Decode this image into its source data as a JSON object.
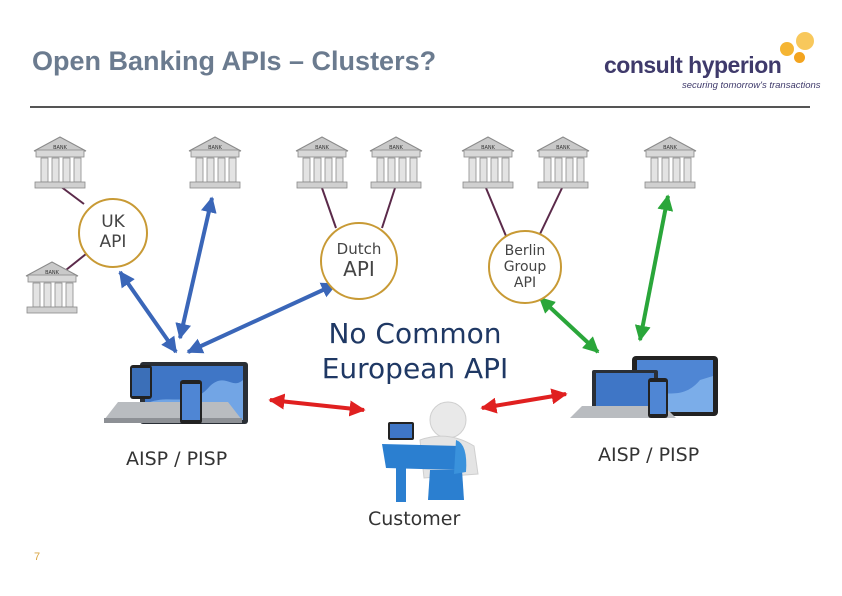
{
  "slide": {
    "title": "Open Banking APIs – Clusters?",
    "page_number": "7"
  },
  "logo": {
    "word_left": "consult",
    "word_right": "hyperion",
    "tagline": "securing tomorrow's transactions"
  },
  "banks": {
    "label": "BANK"
  },
  "clusters": {
    "uk": [
      "UK",
      "API"
    ],
    "dutch": [
      "Dutch",
      "API"
    ],
    "berlin": [
      "Berlin",
      "Group",
      "API"
    ]
  },
  "center": {
    "line1": "No Common",
    "line2": "European API"
  },
  "labels": {
    "aisp_left": "AISP / PISP",
    "aisp_right": "AISP / PISP",
    "customer": "Customer"
  },
  "colors": {
    "title": "#6b7b8f",
    "circle_border": "#c89a35",
    "blue_arrow": "#3a66b8",
    "green_arrow": "#2aa63a",
    "red_arrow": "#e02020",
    "connector": "#5b2a4a",
    "center_text": "#1f3864"
  }
}
